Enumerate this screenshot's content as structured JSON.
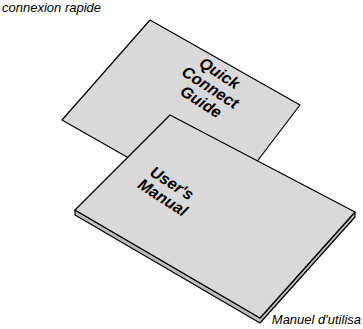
{
  "diagram": {
    "nodes": [
      {
        "text": [
          "Quick Connect Guide"
        ]
      },
      {
        "text": [
          "User's Manual"
        ]
      }
    ],
    "labels": [
      "connexion rapide",
      "Manuel d'utilisa"
    ]
  }
}
